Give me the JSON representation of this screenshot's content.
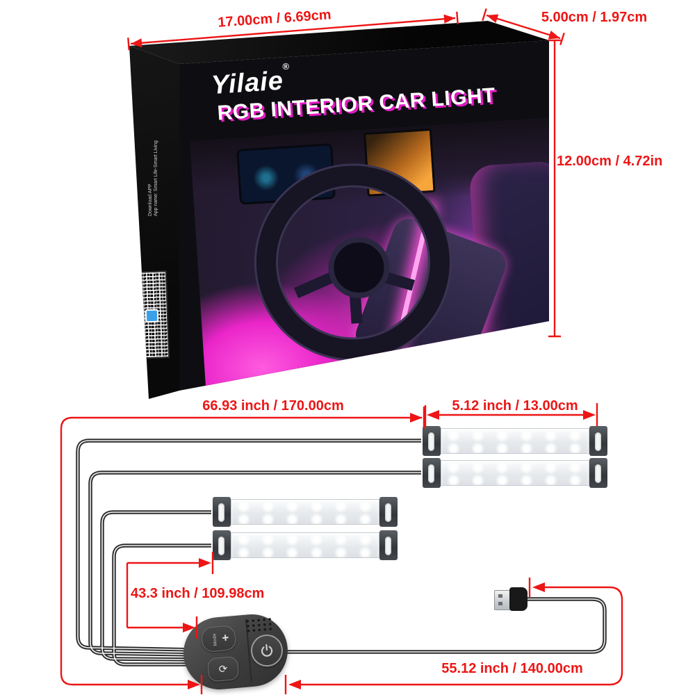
{
  "colors": {
    "dimension_red": "#ed1515",
    "title_shadow_magenta": "#e31bc4",
    "glow_magenta": "#ff3fd0"
  },
  "box": {
    "brand": "Yilaie",
    "reg_mark": "®",
    "title": "RGB INTERIOR CAR LIGHT",
    "qr_caption_line1": "Download APP",
    "qr_caption_line2": "App name: Smart Life-Smart Living",
    "dimensions": {
      "width": "17.00cm / 6.69cm",
      "depth": "5.00cm / 1.97cm",
      "height": "12.00cm / 4.72in"
    }
  },
  "diagram": {
    "wire_total_length": "66.93 inch / 170.00cm",
    "bar_length": "5.12 inch / 13.00cm",
    "short_wire_length": "43.3 inch / 109.98cm",
    "usb_cable_length": "55.12 inch / 140.00cm",
    "controller": {
      "mode_label": "Mode",
      "plus_glyph": "+",
      "music_glyph": "⟳"
    }
  }
}
